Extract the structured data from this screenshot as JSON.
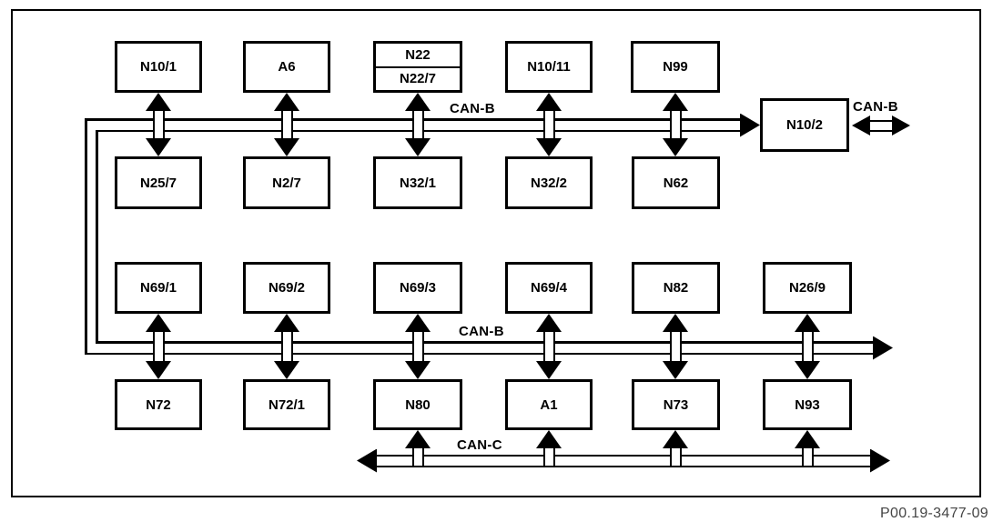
{
  "figure_code": "P00.19-3477-09",
  "colors": {
    "line": "#000000",
    "background": "#ffffff",
    "footer_text": "#454545"
  },
  "bus_labels": {
    "can_b_top": "CAN-B",
    "can_b_right": "CAN-B",
    "can_b_lower": "CAN-B",
    "can_c": "CAN-C"
  },
  "modules": {
    "row1": {
      "n10_1": "N10/1",
      "a6": "A6",
      "n22": "N22",
      "n22_7": "N22/7",
      "n10_11": "N10/11",
      "n99": "N99"
    },
    "row2": {
      "n25_7": "N25/7",
      "n2_7": "N2/7",
      "n32_1": "N32/1",
      "n32_2": "N32/2",
      "n62": "N62"
    },
    "gateway": {
      "n10_2": "N10/2"
    },
    "row3": {
      "n69_1": "N69/1",
      "n69_2": "N69/2",
      "n69_3": "N69/3",
      "n69_4": "N69/4",
      "n82": "N82",
      "n26_9": "N26/9"
    },
    "row4": {
      "n72": "N72",
      "n72_1": "N72/1",
      "n80": "N80",
      "a1": "A1",
      "n73": "N73",
      "n93": "N93"
    }
  }
}
